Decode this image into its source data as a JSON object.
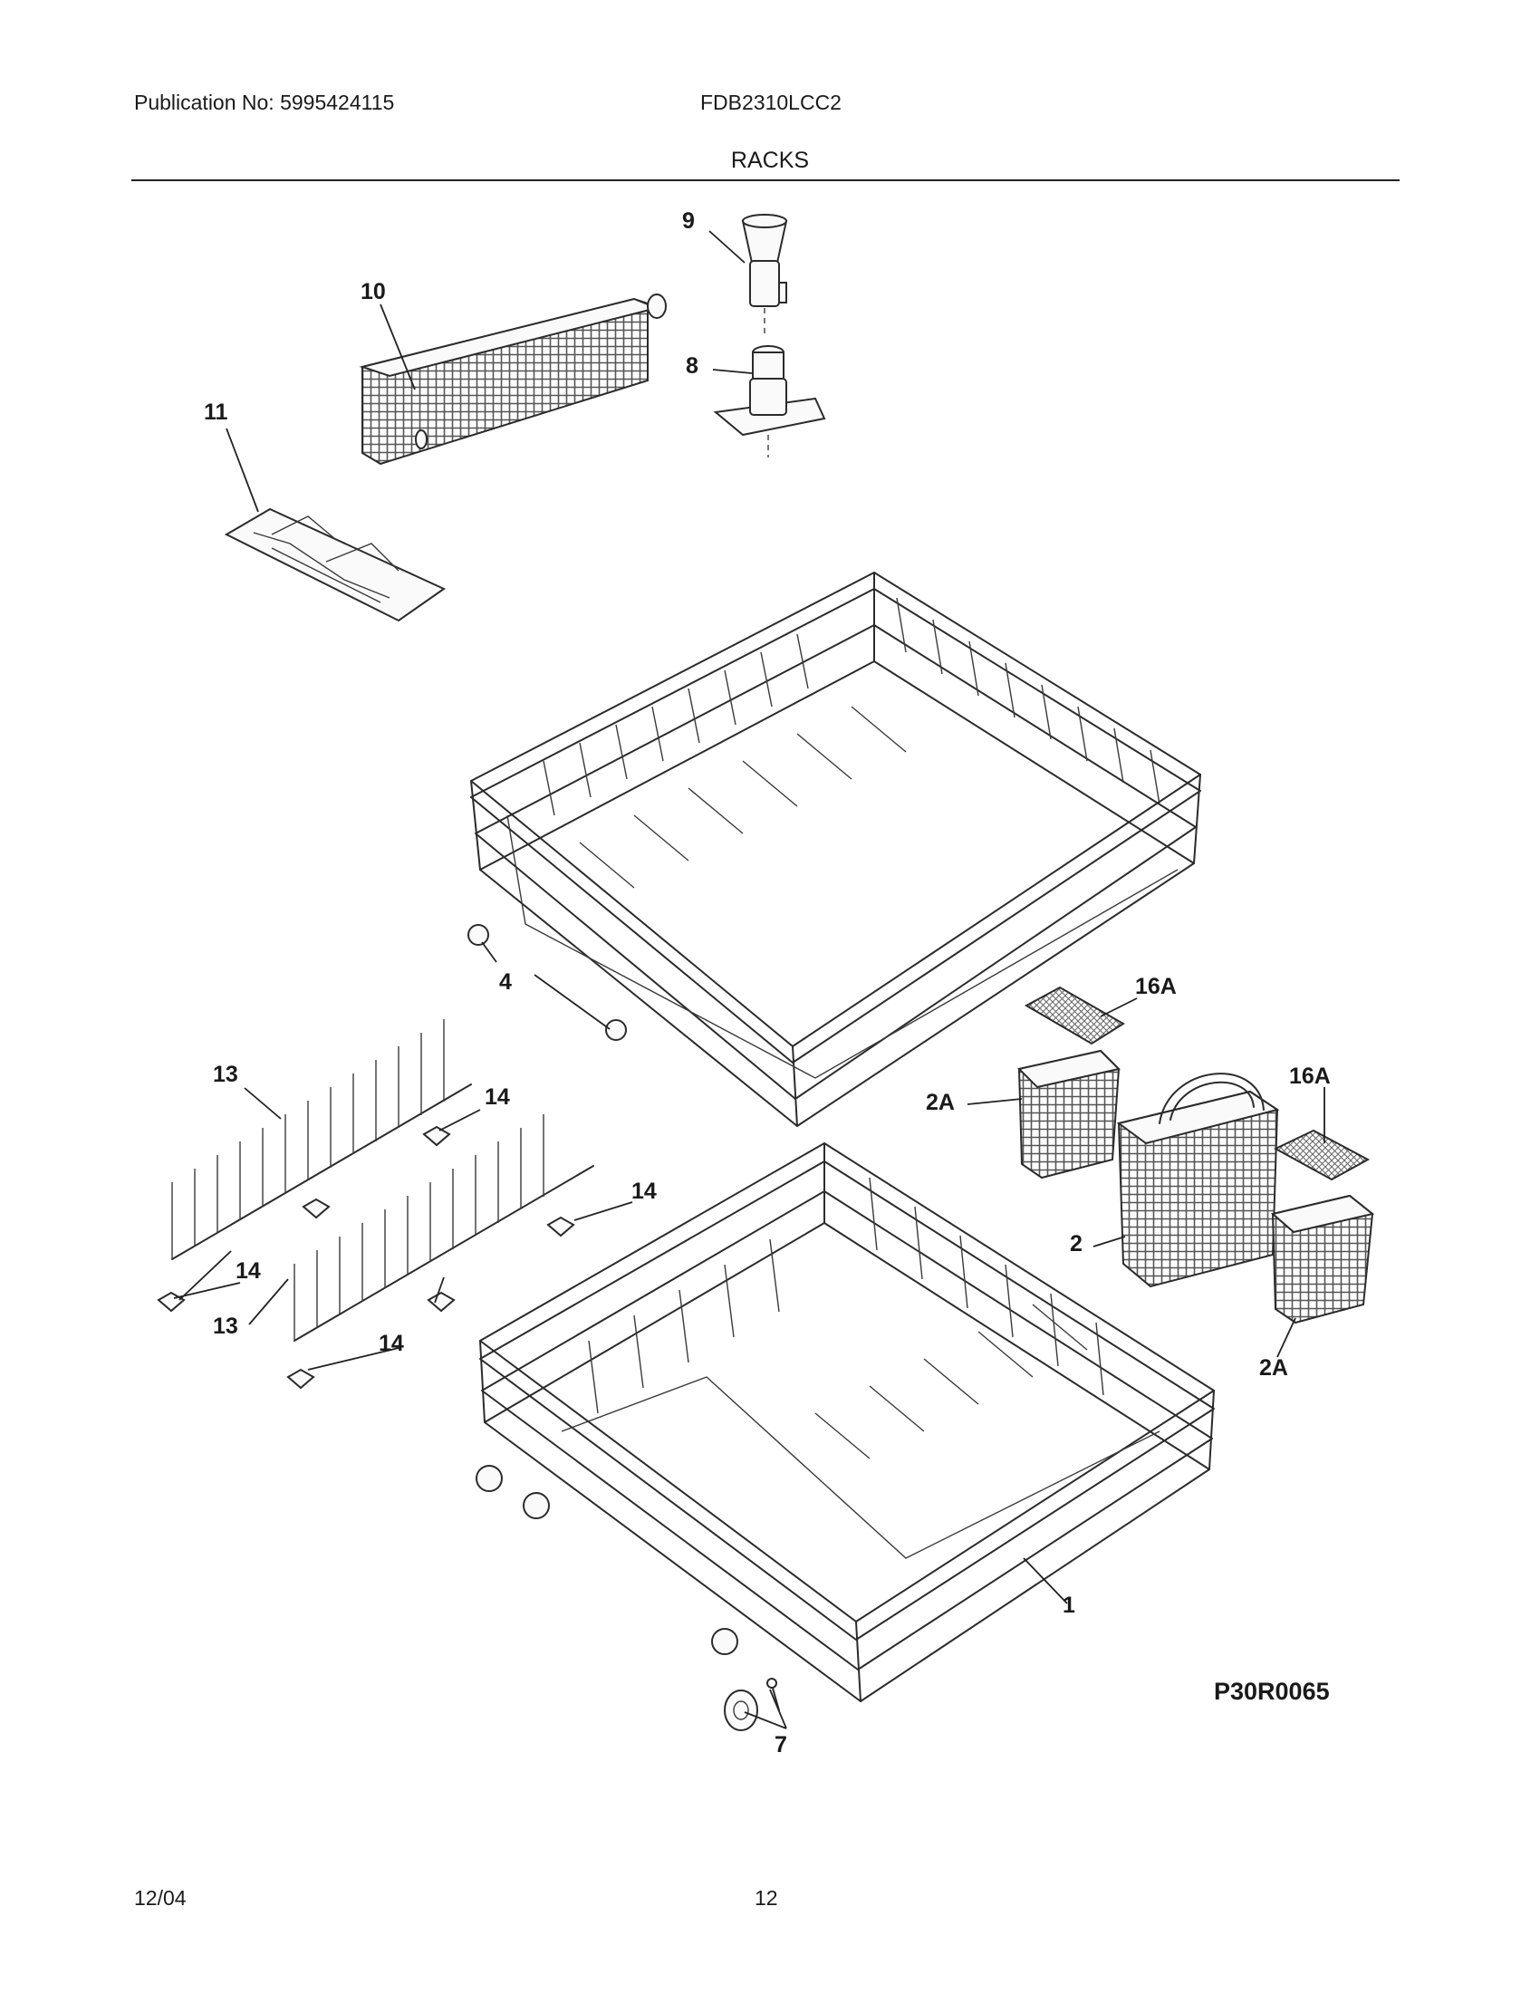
{
  "header": {
    "publication": "Publication No: 5995424115",
    "model": "FDB2310LCC2",
    "section": "RACKS"
  },
  "callouts": [
    "9",
    "10",
    "8",
    "11",
    "4",
    "16A",
    "13",
    "14",
    "16A",
    "2A",
    "14",
    "2",
    "14",
    "13",
    "14",
    "2A",
    "1",
    "7"
  ],
  "diagram_code": "P30R0065",
  "footer": {
    "date": "12/04",
    "page": "12"
  }
}
